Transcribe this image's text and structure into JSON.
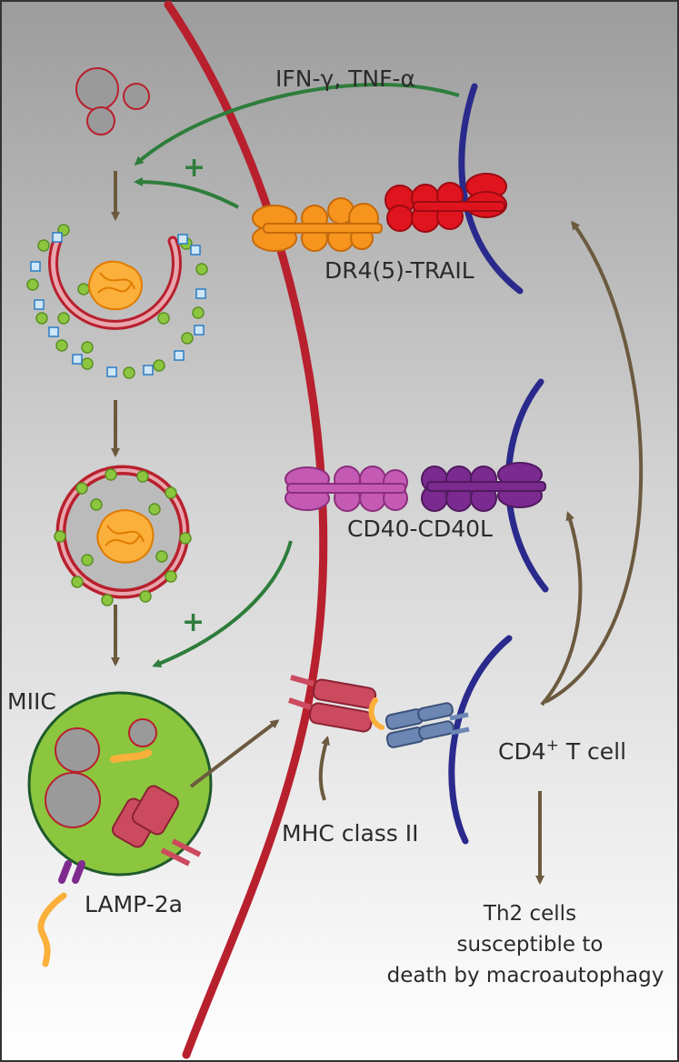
{
  "labels": {
    "cytokines": "IFN-γ, TNF-α",
    "plus_top": "+",
    "plus_mid": "+",
    "dr4_trail": "DR4(5)-TRAIL",
    "cd40": "CD40-CD40L",
    "miic": "MIIC",
    "mhc": "MHC class II",
    "lamp": "LAMP-2a",
    "cd4_prefix": "CD4",
    "cd4_sup": "+",
    "cd4_suffix": " T cell",
    "th2_line1": "Th2 cells",
    "th2_line2": "susceptible to",
    "th2_line3": "death by macroautophagy"
  },
  "colors": {
    "apc_membrane": "#b8202d",
    "tcell_membrane": "#2a2a8c",
    "green_arrow": "#2e7d3c",
    "brown_arrow": "#6b5a3e",
    "miic_fill": "#8cc63f",
    "trail": "#e0141e",
    "dr4": "#f7941d",
    "cd40": "#c45ab3",
    "cd40l": "#7b2a90",
    "mhc": "#cc4a5e",
    "tcr": "#6d87b4",
    "lamp": "#7f2a8e",
    "protein": "#fbb03b"
  }
}
